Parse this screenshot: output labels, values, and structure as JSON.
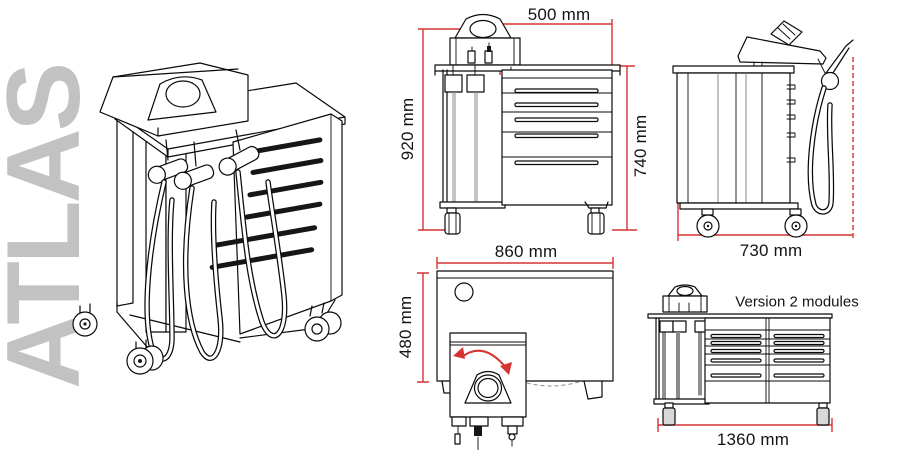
{
  "watermark": {
    "text": "ATLAS"
  },
  "views": {
    "front": {
      "dim_width_top": "500 mm",
      "dim_height_total": "920 mm",
      "dim_height_cabinet": "740 mm"
    },
    "side": {
      "dim_depth": "730 mm"
    },
    "top": {
      "dim_width": "860 mm",
      "dim_depth": "480 mm"
    },
    "version2": {
      "caption": "Version 2 modules",
      "dim_width": "1360 mm"
    }
  },
  "colors": {
    "dimension_red": "#d63333",
    "watermark_gray": "#c2c2c2",
    "line_black": "#0a0a0a",
    "line_gray": "#8a8a8a",
    "background": "#ffffff"
  }
}
